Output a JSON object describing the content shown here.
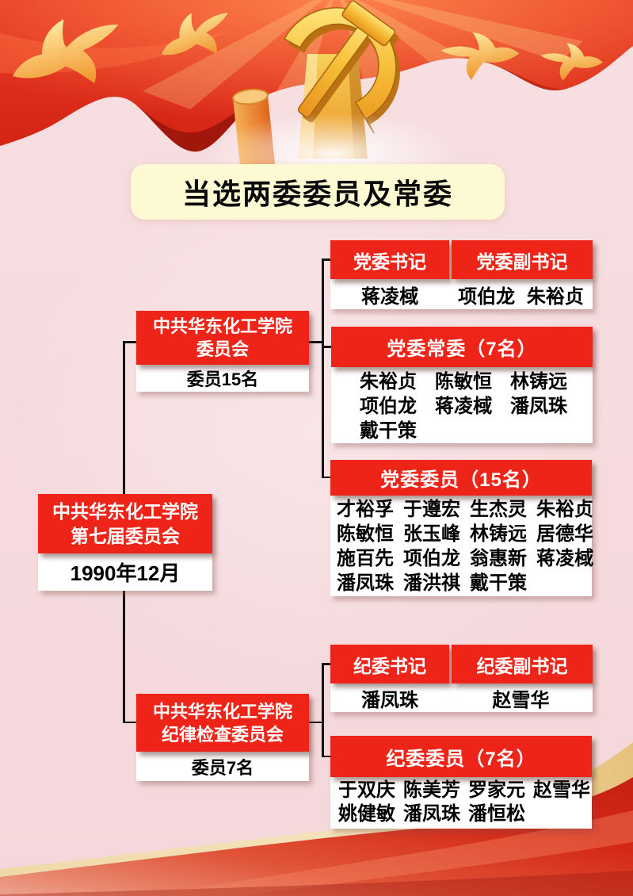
{
  "colors": {
    "accent_red": "#ee2418",
    "title_bg": "#fcf9d3",
    "background_pink": "#f6dbde",
    "gold": "#f2b233",
    "connector_line": "#141414"
  },
  "title": "当选两委委员及常委",
  "root": {
    "line1": "中共华东化工学院",
    "line2": "第七届委员会",
    "date": "1990年12月"
  },
  "party": {
    "node": {
      "line1": "中共华东化工学院",
      "line2": "委员会",
      "count": "委员15名"
    },
    "secretary": {
      "header": "党委书记",
      "name": "蒋凌棫"
    },
    "deputy": {
      "header": "党委副书记",
      "names": "项伯龙 朱裕贞"
    },
    "standing": {
      "header": "党委常委（7名）",
      "rows": [
        [
          "朱裕贞",
          "陈敏恒",
          "林铸远"
        ],
        [
          "项伯龙",
          "蒋凌棫",
          "潘凤珠"
        ],
        [
          "戴干策"
        ]
      ]
    },
    "members": {
      "header": "党委委员（15名）",
      "rows": [
        [
          "才裕孚",
          "于遵宏",
          "生杰灵",
          "朱裕贞"
        ],
        [
          "陈敏恒",
          "张玉峰",
          "林铸远",
          "居德华"
        ],
        [
          "施百先",
          "项伯龙",
          "翁惠新",
          "蒋凌棫"
        ],
        [
          "潘凤珠",
          "潘洪祺",
          "戴干策"
        ]
      ]
    }
  },
  "discipline": {
    "node": {
      "line1": "中共华东化工学院",
      "line2": "纪律检查委员会",
      "count": "委员7名"
    },
    "secretary": {
      "header": "纪委书记",
      "name": "潘凤珠"
    },
    "deputy": {
      "header": "纪委副书记",
      "names": "赵雪华"
    },
    "members": {
      "header": "纪委委员（7名）",
      "rows": [
        [
          "于双庆",
          "陈美芳",
          "罗家元",
          "赵雪华"
        ],
        [
          "姚健敏",
          "潘凤珠",
          "潘恒松"
        ]
      ]
    }
  }
}
